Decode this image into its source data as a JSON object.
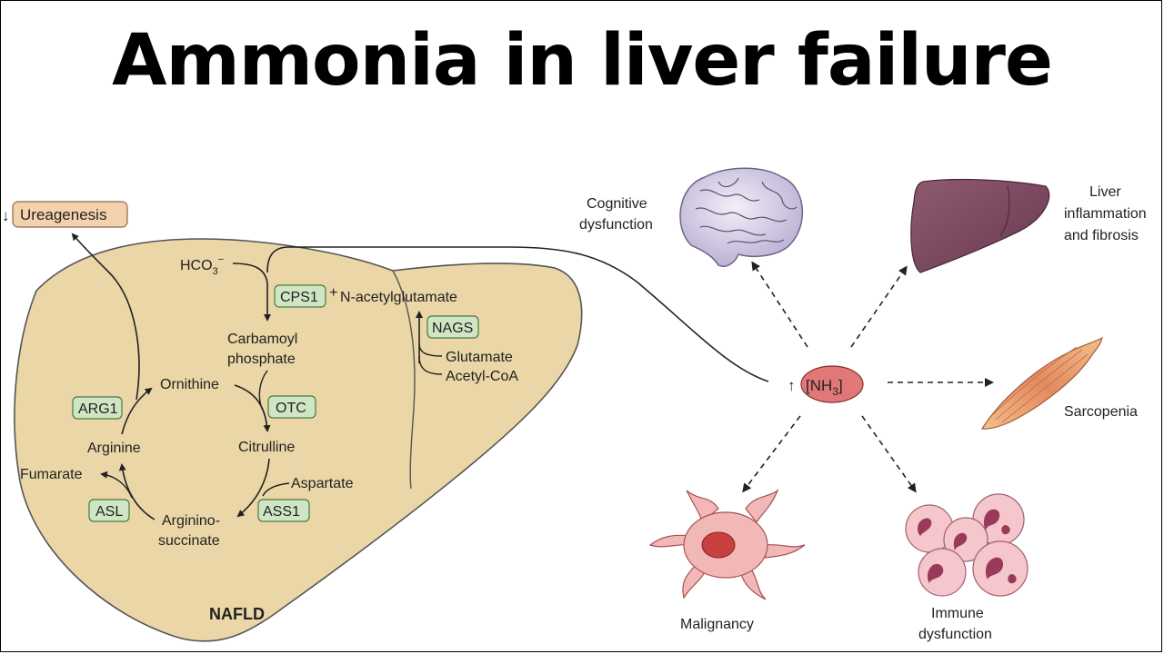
{
  "title": "Ammonia in liver failure",
  "colors": {
    "liver_fill": "#ead6a6",
    "liver_stroke": "#555555",
    "enzyme_fill": "#cfe6c4",
    "enzyme_stroke": "#4a7a40",
    "urea_fill": "#f5d2ae",
    "nh3_fill": "#e07878"
  },
  "pathway": {
    "ureagenesis": "Ureagenesis",
    "ureagenesis_arrow": "↓",
    "hco3": "HCO",
    "hco3_sub": "3",
    "hco3_sup": "−",
    "cps1": "CPS1",
    "n_acetyl_plus": "+",
    "n_acetylglutamate": "N-acetylglutamate",
    "nags": "NAGS",
    "glutamate": "Glutamate",
    "acetyl_coa": "Acetyl-CoA",
    "carbamoyl": "Carbamoyl",
    "phosphate": "phosphate",
    "ornithine": "Ornithine",
    "otc": "OTC",
    "arg1": "ARG1",
    "citrulline": "Citrulline",
    "arginine": "Arginine",
    "aspartate": "Aspartate",
    "fumarate": "Fumarate",
    "asl": "ASL",
    "ass1": "ASS1",
    "argininosuccinate_1": "Arginino-",
    "argininosuccinate_2": "succinate",
    "nafld": "NAFLD"
  },
  "nh3": {
    "arrow": "↑",
    "label_open": "[NH",
    "label_sub": "3",
    "label_close": "]"
  },
  "effects": {
    "cognitive_1": "Cognitive",
    "cognitive_2": "dysfunction",
    "liver_1": "Liver",
    "liver_2": "inflammation",
    "liver_3": "and fibrosis",
    "sarcopenia": "Sarcopenia",
    "malignancy": "Malignancy",
    "immune_1": "Immune",
    "immune_2": "dysfunction"
  }
}
